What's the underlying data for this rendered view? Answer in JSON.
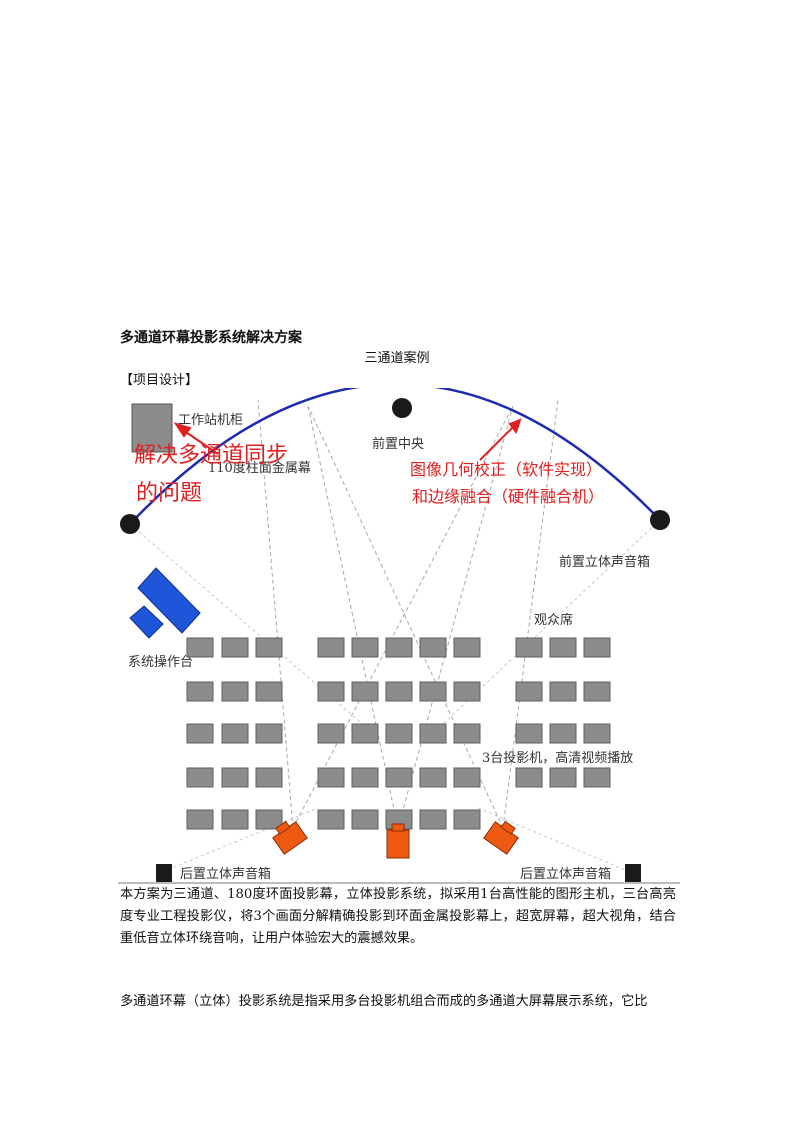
{
  "document": {
    "title": "多通道环幕投影系统解决方案",
    "case_title": "三通道案例",
    "section_heading": "【项目设计】",
    "paragraph1": "本方案为三通道、180度环面投影幕，立体投影系统，拟采用1台高性能的图形主机，三台高亮度专业工程投影仪，将3个画面分解精确投影到环面金属投影幕上，超宽屏幕，超大视角，结合重低音立体环绕音响，让用户体验宏大的震撼效果。",
    "paragraph2": "多通道环幕（立体）投影系统是指采用多台投影机组合而成的多通道大屏幕展示系统，它比"
  },
  "diagram": {
    "labels": {
      "workstation": "工作站机柜",
      "screen": "110度柱面金属幕",
      "front_center": "前置中央",
      "front_speaker": "前置立体声音箱",
      "audience": "观众席",
      "console": "系统操作台",
      "projectors": "3台投影机，高清视频播放",
      "rear_left": "后置立体声音箱",
      "rear_right": "后置立体声音箱"
    },
    "annotations": {
      "left_line1": "解决多通道同步",
      "left_line2": "的问题",
      "right_line1": "图像几何校正（软件实现）",
      "right_line2": "和边缘融合（硬件融合机）"
    },
    "colors": {
      "screen_arc": "#1c2bb0",
      "console": "#1f55d8",
      "projector": "#ee5a12",
      "seat": "#8c8c8c",
      "annotation": "#e02020"
    }
  }
}
